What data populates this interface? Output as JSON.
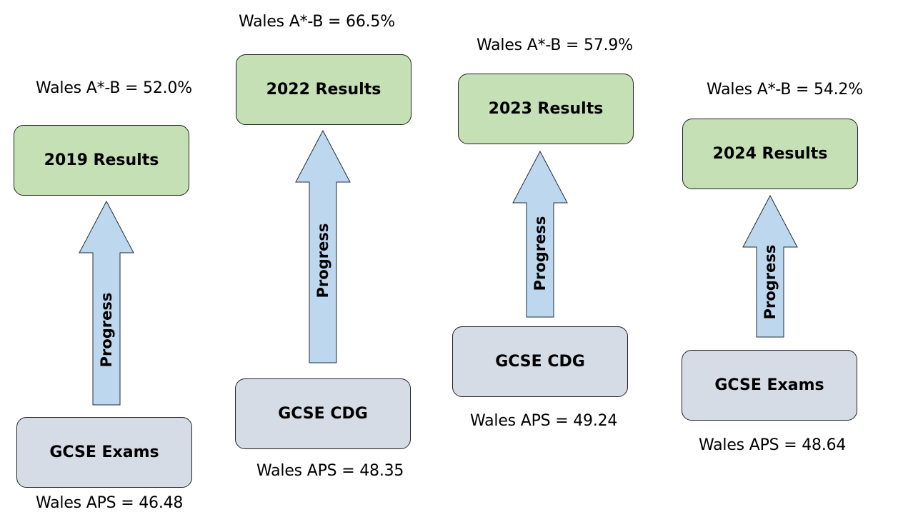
{
  "columns": [
    {
      "result_label": "Wales A*-B = 52.0%",
      "result_box": "2019 Results",
      "arrow_label": "Progress",
      "source_box": "GCSE Exams",
      "aps_label": "Wales APS = 46.48"
    },
    {
      "result_label": "Wales A*-B = 66.5%",
      "result_box": "2022 Results",
      "arrow_label": "Progress",
      "source_box": "GCSE CDG",
      "aps_label": "Wales APS = 48.35"
    },
    {
      "result_label": "Wales A*-B = 57.9%",
      "result_box": "2023 Results",
      "arrow_label": "Progress",
      "source_box": "GCSE CDG",
      "aps_label": "Wales APS = 49.24"
    },
    {
      "result_label": "Wales A*-B = 54.2%",
      "result_box": "2024 Results",
      "arrow_label": "Progress",
      "source_box": "GCSE Exams",
      "aps_label": "Wales APS = 48.64"
    }
  ],
  "colors": {
    "result_box_fill": "#c5e0b4",
    "source_box_fill": "#d6dce5",
    "arrow_fill": "#bdd7ee"
  }
}
